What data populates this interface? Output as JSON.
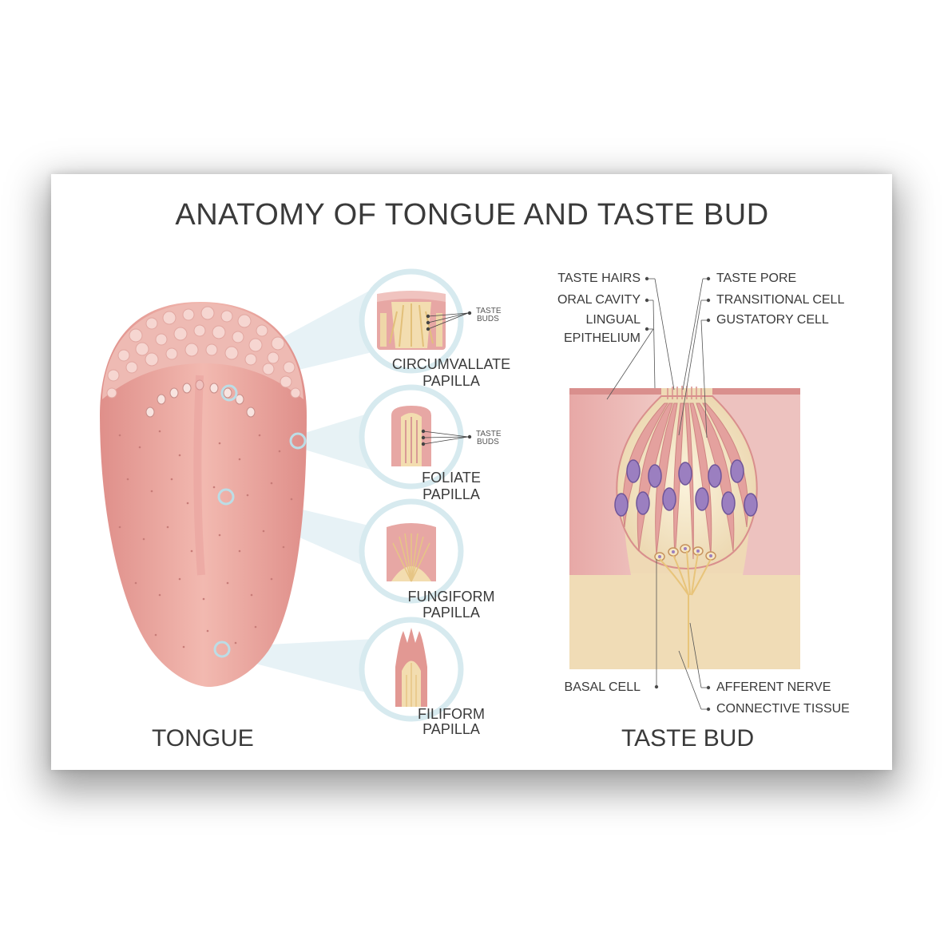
{
  "title": "ANATOMY OF  TONGUE  AND TASTE BUD",
  "tongue": {
    "label": "TONGUE"
  },
  "papillae": {
    "taste_buds_line1": "TASTE",
    "taste_buds_line2": "BUDS",
    "circumvallate": [
      "CIRCUMVALLATE",
      "PAPILLA"
    ],
    "foliate": [
      "FOLIATE",
      "PAPILLA"
    ],
    "fungiform": [
      "FUNGIFORM",
      "PAPILLA"
    ],
    "filiform": [
      "FILIFORM",
      "PAPILLA"
    ]
  },
  "taste_bud": {
    "label": "TASTE BUD",
    "left_labels": {
      "taste_hairs": "TASTE HAIRS",
      "oral_cavity": "ORAL CAVITY",
      "lingual_1": "LINGUAL",
      "lingual_2": "EPITHELIUM",
      "basal_cell": "BASAL CELL"
    },
    "right_labels": {
      "taste_pore": "TASTE PORE",
      "transitional_cell": "TRANSITIONAL CELL",
      "gustatory_cell": "GUSTATORY CELL",
      "afferent_nerve": "AFFERENT NERVE",
      "connective_tissue": "CONNECTIVE TISSUE"
    }
  },
  "colors": {
    "tongue_pink": "#e8a39c",
    "tissue_pink": "#e6a9a6",
    "cream": "#f3e0b4",
    "nucleus_purple": "#9b7fc0",
    "papilla_ring": "#d7eaef",
    "text": "#3a3a3a"
  }
}
